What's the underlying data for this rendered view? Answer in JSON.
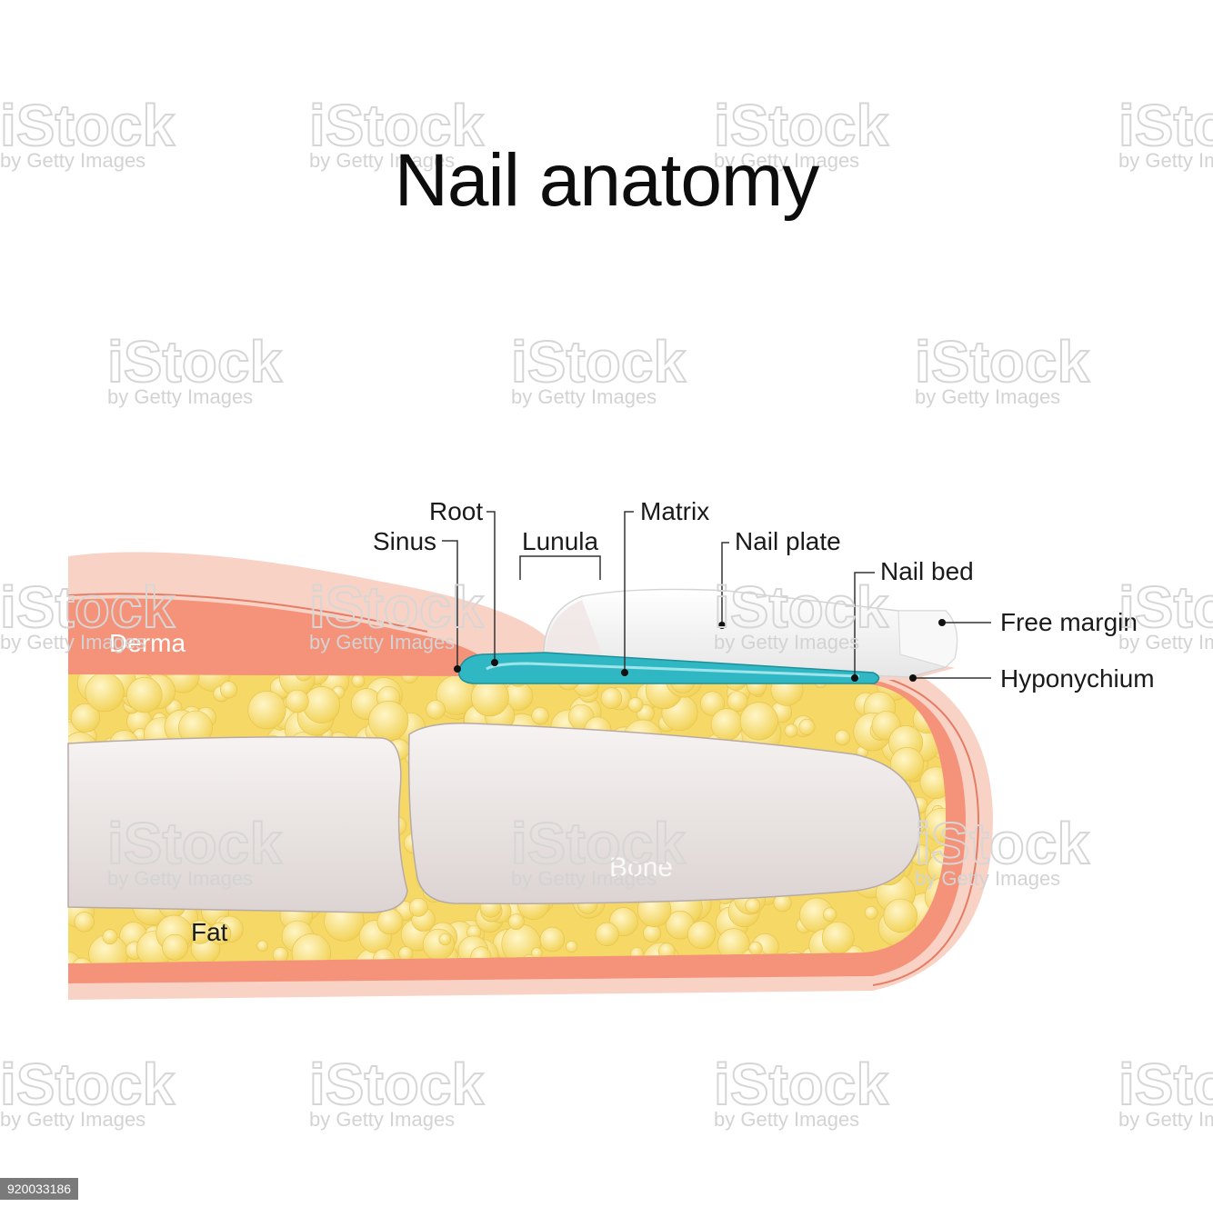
{
  "title": "Nail anatomy",
  "labels": {
    "root": "Root",
    "sinus": "Sinus",
    "lunula": "Lunula",
    "matrix": "Matrix",
    "nail_plate": "Nail plate",
    "nail_bed": "Nail bed",
    "free_margin": "Free margin",
    "hyponychium": "Hyponychium",
    "derma": "Derma",
    "fat": "Fat",
    "bone": "Bone"
  },
  "watermark": {
    "brand": "iStock",
    "byline": "by Getty Images",
    "image_id": "920033186"
  },
  "colors": {
    "skin_outer": "#f7c9bd",
    "derma": "#f48b6f",
    "fat": "#f6dc6e",
    "bone": "#ece7e6",
    "nail_plate": "#f3f3f3",
    "matrix": "#2fb8c4"
  }
}
